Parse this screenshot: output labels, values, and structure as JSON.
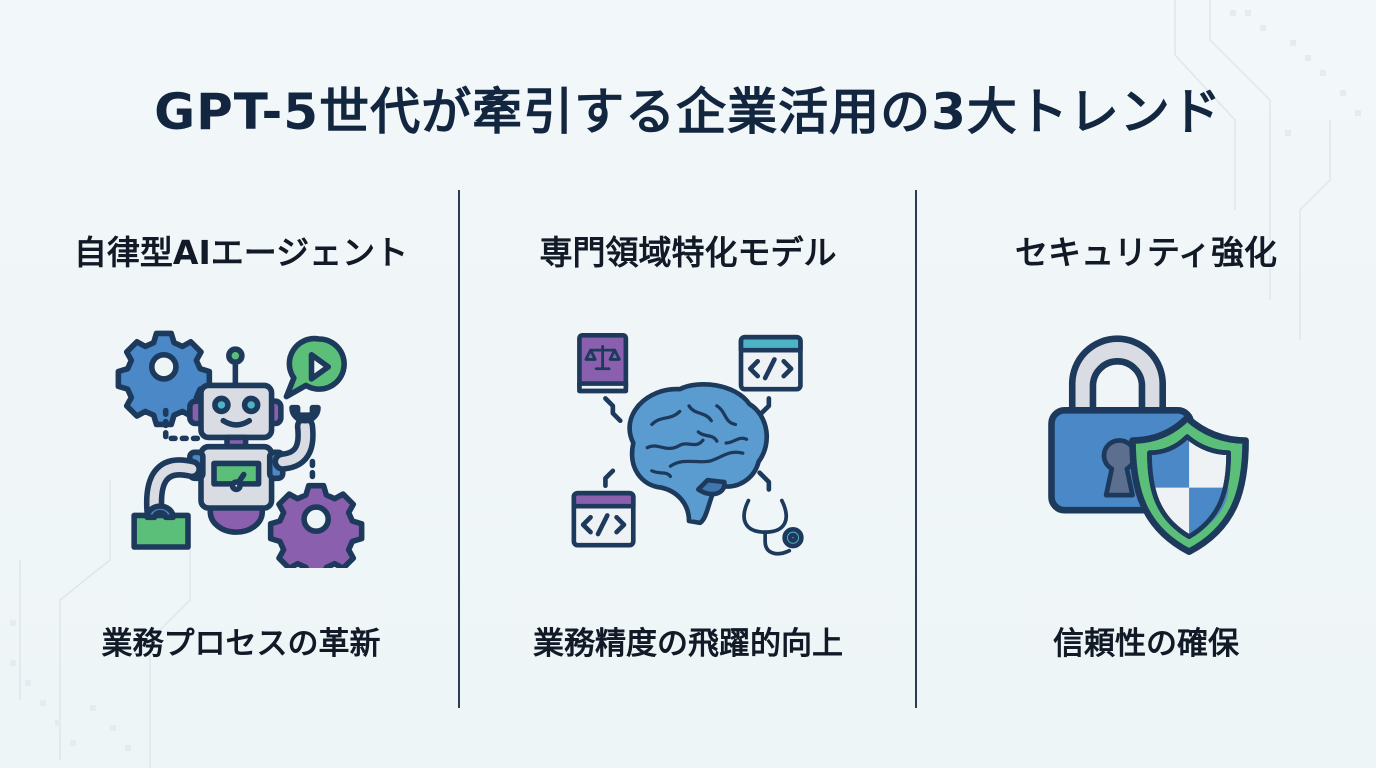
{
  "title": "GPT-5世代が牽引する企業活用の3大トレンド",
  "columns": [
    {
      "heading": "自律型AIエージェント",
      "icon": "robot-icon",
      "caption": "業務プロセスの革新"
    },
    {
      "heading": "専門領域特化モデル",
      "icon": "brain-icon",
      "caption": "業務精度の飛躍的向上"
    },
    {
      "heading": "セキュリティ強化",
      "icon": "lock-shield-icon",
      "caption": "信頼性の確保"
    }
  ],
  "colors": {
    "title": "#132640",
    "outline": "#1d3a5c",
    "blue": "#4a88c7",
    "green": "#5bbf7a",
    "purple": "#8a5fae",
    "gray": "#d9dde3",
    "background": "#f2f7f9"
  }
}
